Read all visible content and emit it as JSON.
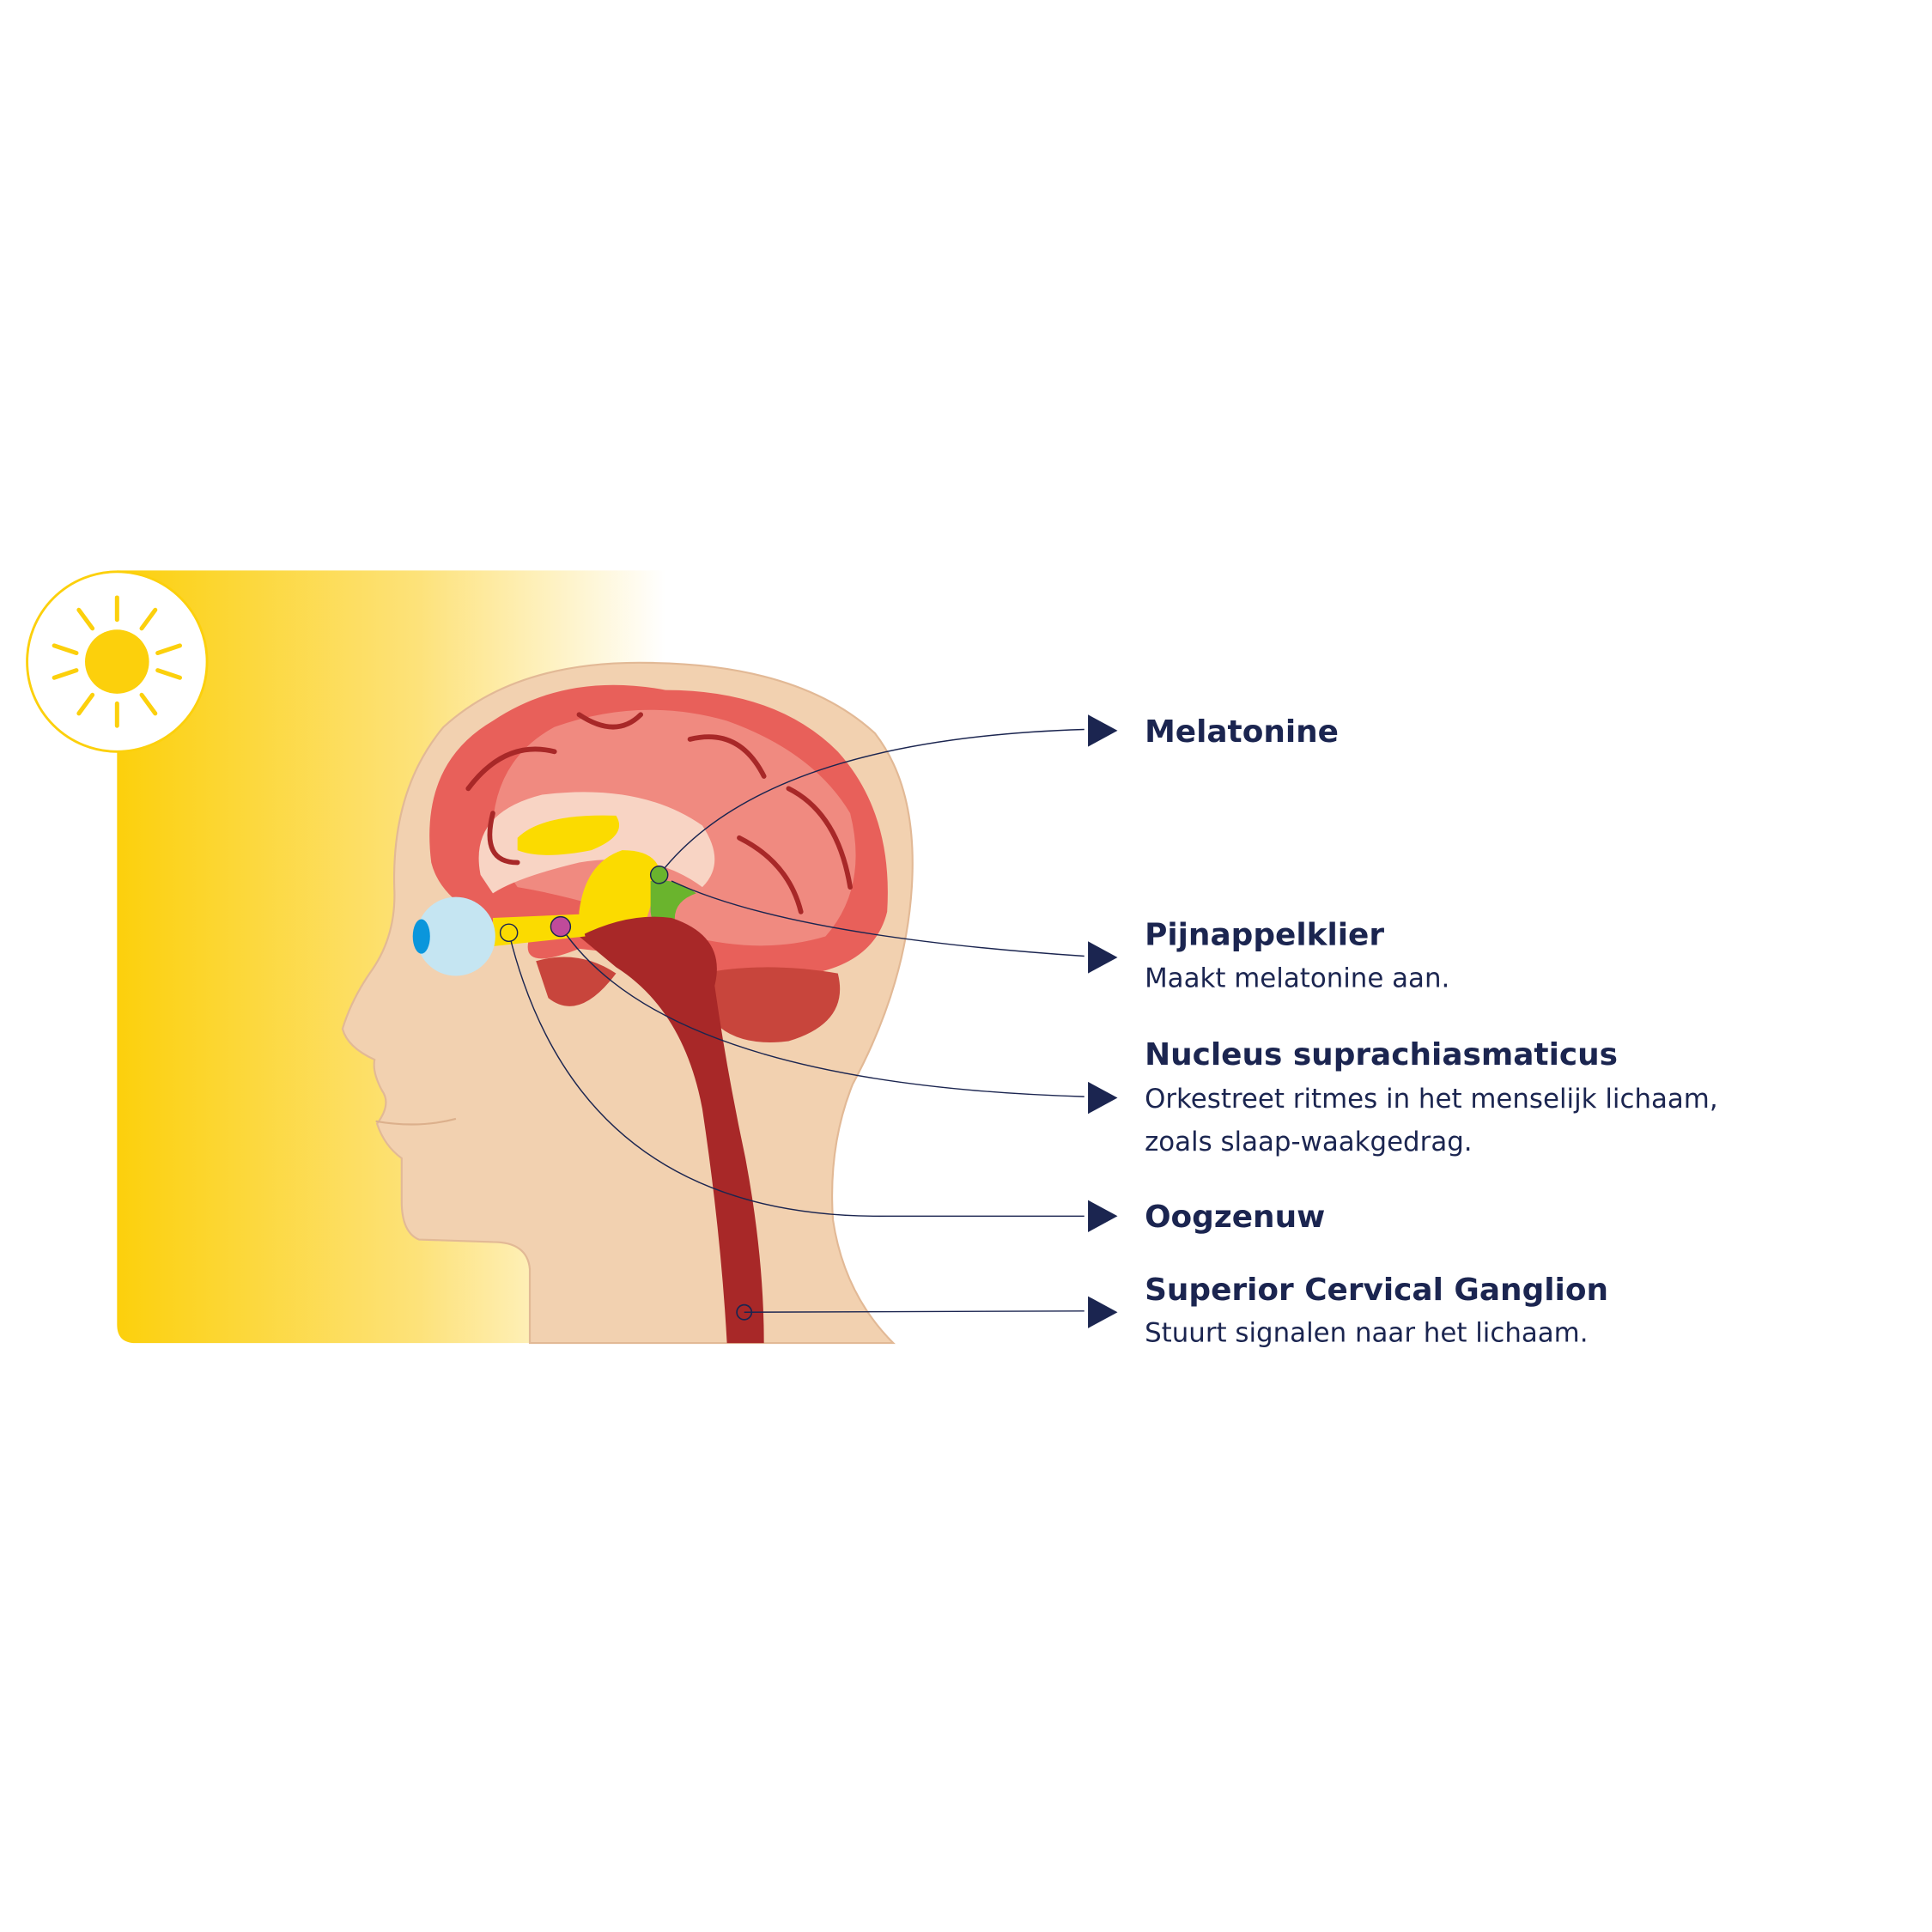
{
  "labels": [
    {
      "title": "Melatonine"
    },
    {
      "title": "Pijnappelklier",
      "lines": [
        "Maakt melatonine aan."
      ]
    },
    {
      "title": "Nucleus suprachiasmaticus",
      "lines": [
        "Orkestreet ritmes in het menselijk lichaam,",
        "zoals slaap-waakgedrag."
      ]
    },
    {
      "title": "Oogzenuw"
    },
    {
      "title": "Superior Cervical Ganglion",
      "lines": [
        "Stuurt signalen naar het lichaam."
      ]
    }
  ],
  "colors": {
    "text": "#1b2550",
    "sun": "#fcd00c",
    "skin": "#f2d1b0",
    "brain": "#e8605a",
    "spinal_cord": "#a82828",
    "pineal": "#6ab42d",
    "scn": "#c04b9a"
  }
}
